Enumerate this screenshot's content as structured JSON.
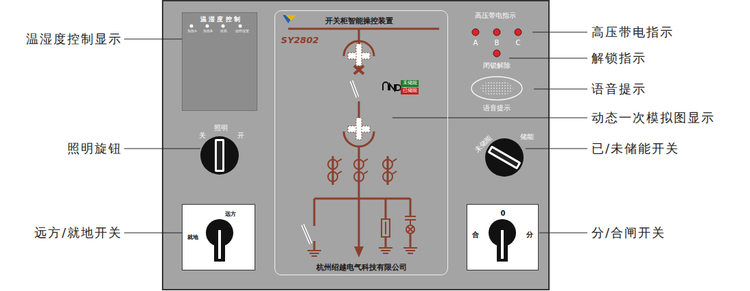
{
  "diagram": {
    "nodes": [
      {
        "text": [
          "温 湿 度 控 制",
          "加热A",
          "加热B",
          "排风",
          "故障报警"
        ]
      },
      {
        "text": [
          "开关柜智能操控装置",
          "SY2802",
          "杭州绍越电气科技有限公司"
        ]
      },
      {
        "text": [
          "未储能"
        ],
        "in": 1
      },
      {
        "text": [
          "已储能"
        ],
        "in": 1
      },
      {
        "text": [
          "语音提示"
        ]
      },
      {
        "text": [
          "远方",
          "就地"
        ]
      },
      {
        "text": [
          "0",
          "合",
          "分"
        ]
      }
    ],
    "labels": [
      "温湿度控制显示",
      "照明旋钮",
      "远方/就地开关",
      "高压带电指示",
      "解锁指示",
      "语音提示",
      "动态一次模拟图显示",
      "已/未储能开关",
      "分/合闸开关",
      "高压带电指示",
      "A",
      "B",
      "C",
      "闭锁解除",
      "关",
      "照明",
      "开",
      "未储能",
      "储能"
    ]
  }
}
